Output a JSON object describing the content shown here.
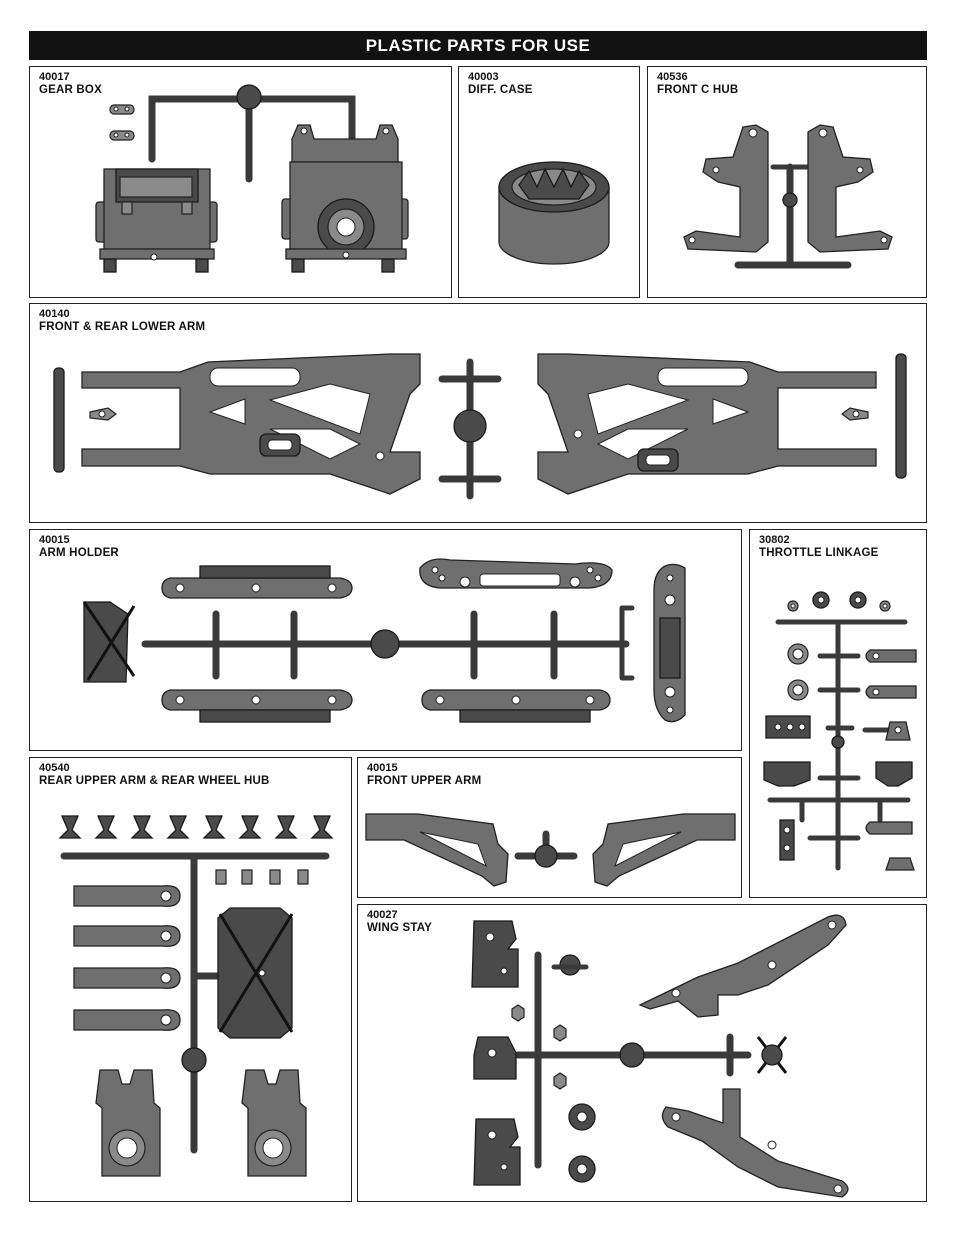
{
  "page_title": "PLASTIC PARTS FOR USE",
  "panels": {
    "gear_box": {
      "code": "40017",
      "name": "GEAR BOX"
    },
    "diff_case": {
      "code": "40003",
      "name": "DIFF. CASE"
    },
    "front_c_hub": {
      "code": "40536",
      "name": "FRONT C HUB"
    },
    "lower_arm": {
      "code": "40140",
      "name": "FRONT & REAR LOWER ARM"
    },
    "arm_holder": {
      "code": "40015",
      "name": "ARM HOLDER"
    },
    "throttle": {
      "code": "30802",
      "name": "THROTTLE LINKAGE"
    },
    "rear_upper": {
      "code": "40540",
      "name": "REAR UPPER ARM & REAR WHEEL HUB"
    },
    "front_upper": {
      "code": "40015",
      "name": "FRONT UPPER ARM"
    },
    "wing_stay": {
      "code": "40027",
      "name": "WING STAY"
    }
  }
}
